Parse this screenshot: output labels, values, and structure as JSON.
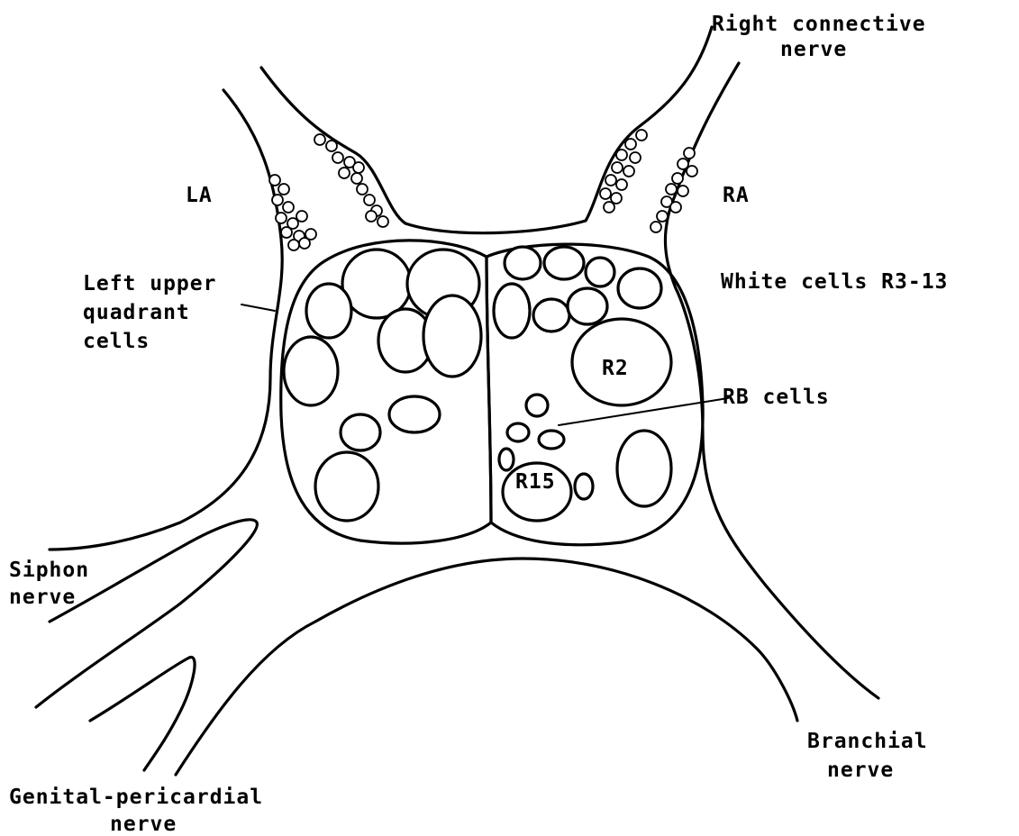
{
  "labels": {
    "right_connective_line1": "Right connective",
    "right_connective_line2": "nerve",
    "la": "LA",
    "ra": "RA",
    "left_upper_line1": "Left upper",
    "left_upper_line2": "quadrant",
    "left_upper_line3": "cells",
    "white_cells": "White cells R3-13",
    "r2": "R2",
    "rb_cells": "RB cells",
    "r15": "R15",
    "siphon_line1": "Siphon",
    "siphon_line2": "nerve",
    "branchial_line1": "Branchial",
    "branchial_line2": "nerve",
    "genital_line1": "Genital-pericardial",
    "genital_line2": "nerve"
  }
}
